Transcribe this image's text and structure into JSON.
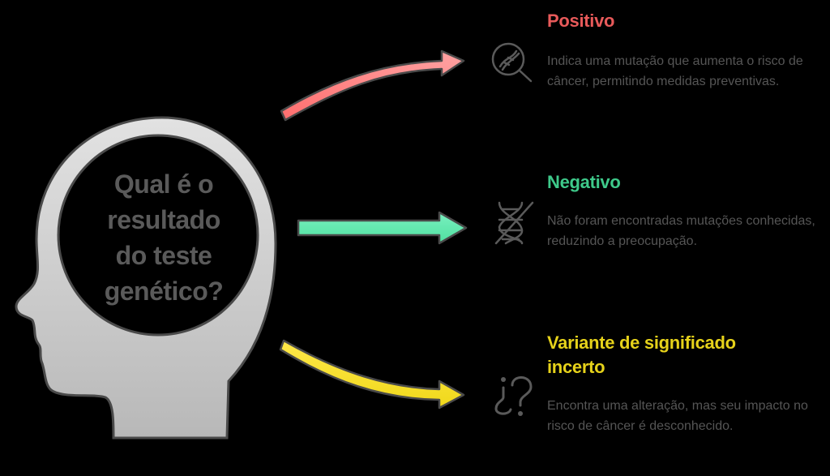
{
  "center": {
    "question": "Qual é o resultado do teste genético?",
    "lines": [
      "Qual é o",
      "resultado",
      "do teste",
      "genético?"
    ]
  },
  "colors": {
    "background": "#000000",
    "head_fill": "#c8c8c8",
    "head_stroke": "#4a4a4a",
    "text_gray": "#555555",
    "positive": "#e85a5a",
    "negative": "#3ec98a",
    "uncertain": "#e6d21a"
  },
  "outcomes": [
    {
      "title": "Positivo",
      "icon": "dna-magnifier-icon",
      "color": "#e85a5a",
      "arrow_color": "#ff8080",
      "description": "Indica uma mutação que aumenta o risco de câncer, permitindo medidas preventivas."
    },
    {
      "title": "Negativo",
      "icon": "dna-crossed-icon",
      "color": "#3ec98a",
      "arrow_color": "#5fe8a8",
      "description": "Não foram encontradas mutações conhecidas, reduzindo a preocupação."
    },
    {
      "title": "Variante de significado incerto",
      "icon": "question-marks-icon",
      "color": "#e6d21a",
      "arrow_color": "#f5e43a",
      "description": "Encontra uma alteração, mas seu impacto no risco de câncer é desconhecido."
    }
  ]
}
